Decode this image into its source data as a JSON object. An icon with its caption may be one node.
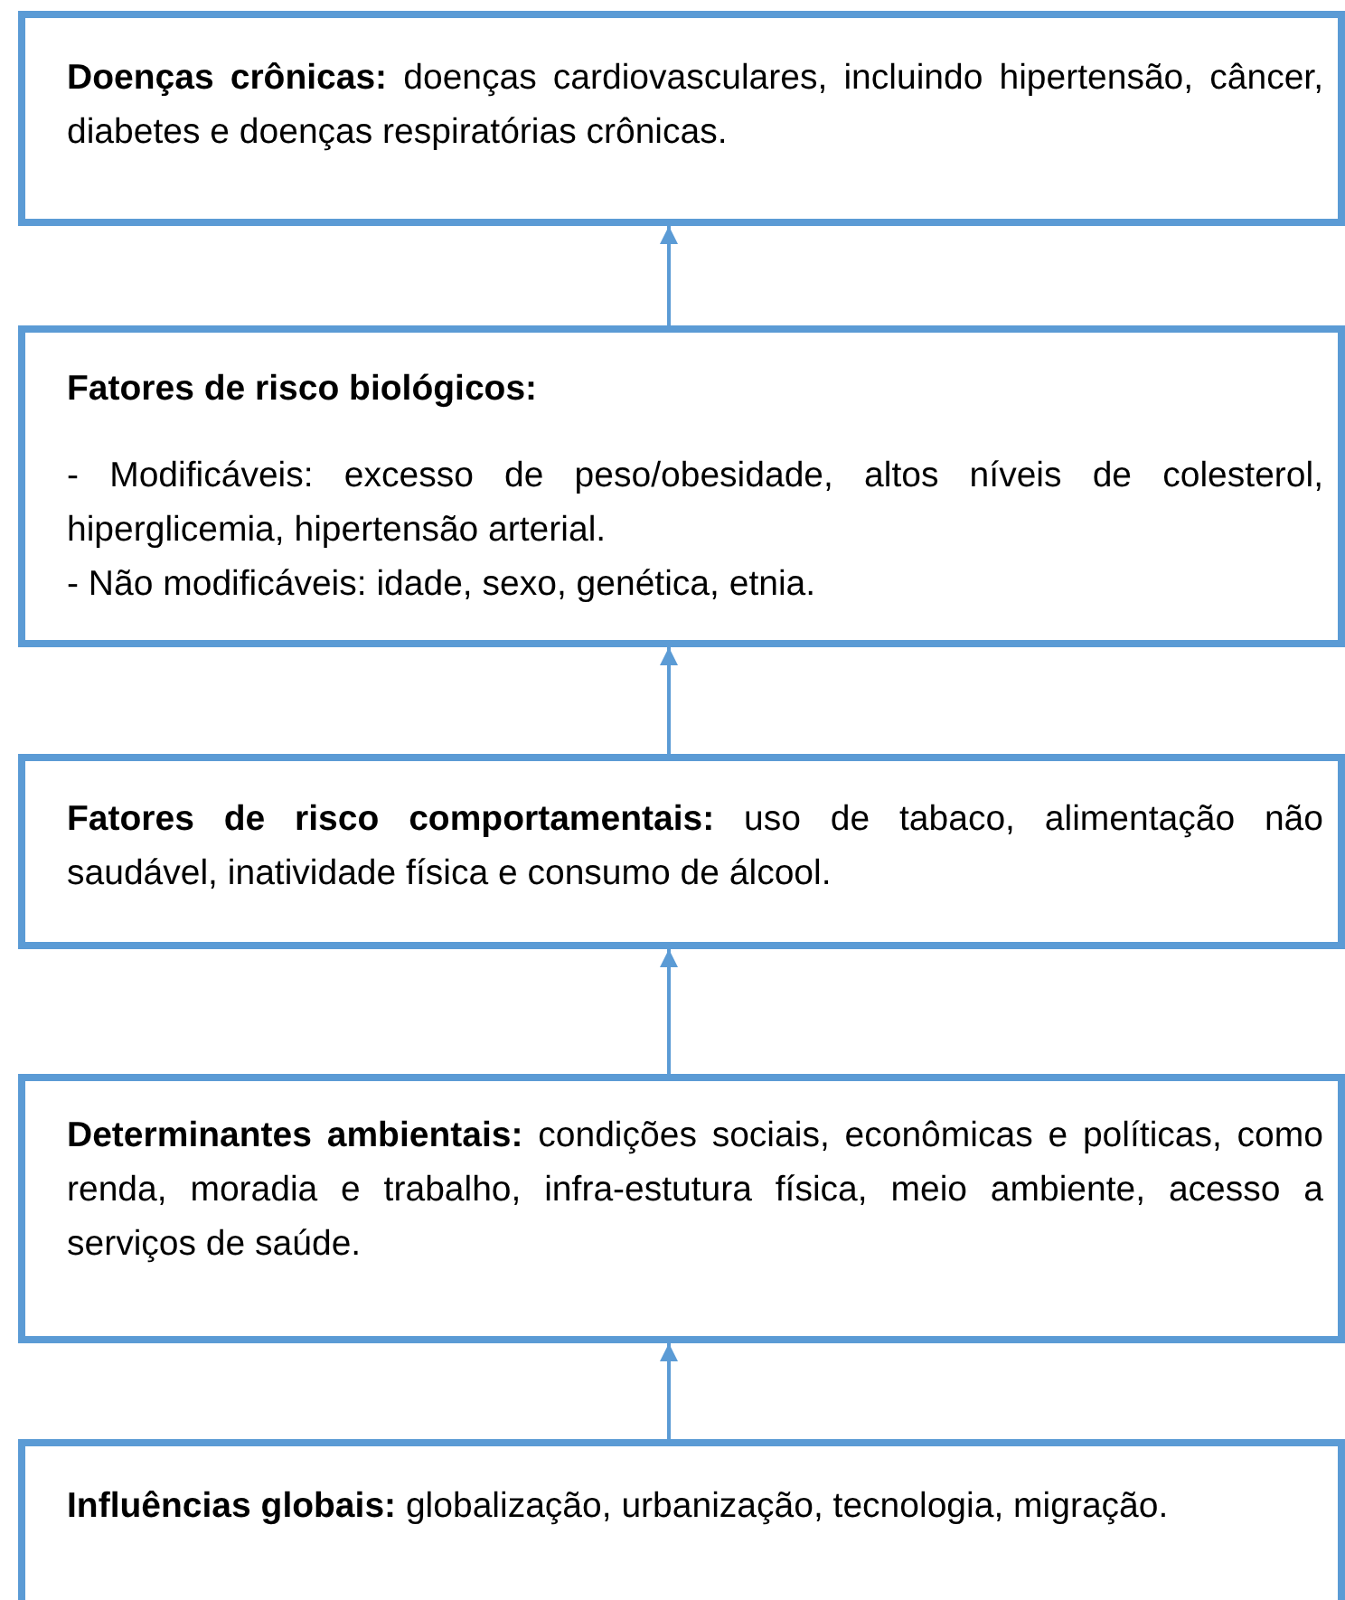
{
  "diagram": {
    "nodes": [
      {
        "text": [
          "**Doenças crônicas:** doenças cardiovasculares, incluindo hipertensão, câncer, diabetes e doenças respiratórias crônicas."
        ]
      },
      {
        "text": [
          "Fatores de risco biológicos:",
          "- Modificáveis: excesso de peso/obesidade, altos níveis de colesterol, hiperglicemia, hipertensão arterial.",
          "- Não modificáveis: idade, sexo, genética, etnia."
        ]
      },
      {
        "text": [
          "**Fatores de risco comportamentais:** uso de tabaco, alimentação não saudável, inatividade física e consumo de álcool."
        ]
      },
      {
        "text": [
          "**Determinantes ambientais:** condições sociais, econômicas e políticas, como renda, moradia e trabalho, infra-estutura física, meio ambiente, acesso a serviços de saúde."
        ]
      },
      {
        "text": [
          "**Influências globais:** globalização, urbanização, tecnologia, migração."
        ]
      }
    ],
    "edges": [
      {
        "from": 1,
        "to": 0,
        "arrow": "to"
      },
      {
        "from": 2,
        "to": 1,
        "arrow": "to"
      },
      {
        "from": 3,
        "to": 2,
        "arrow": "to"
      },
      {
        "from": 4,
        "to": 3,
        "arrow": "to"
      }
    ]
  }
}
